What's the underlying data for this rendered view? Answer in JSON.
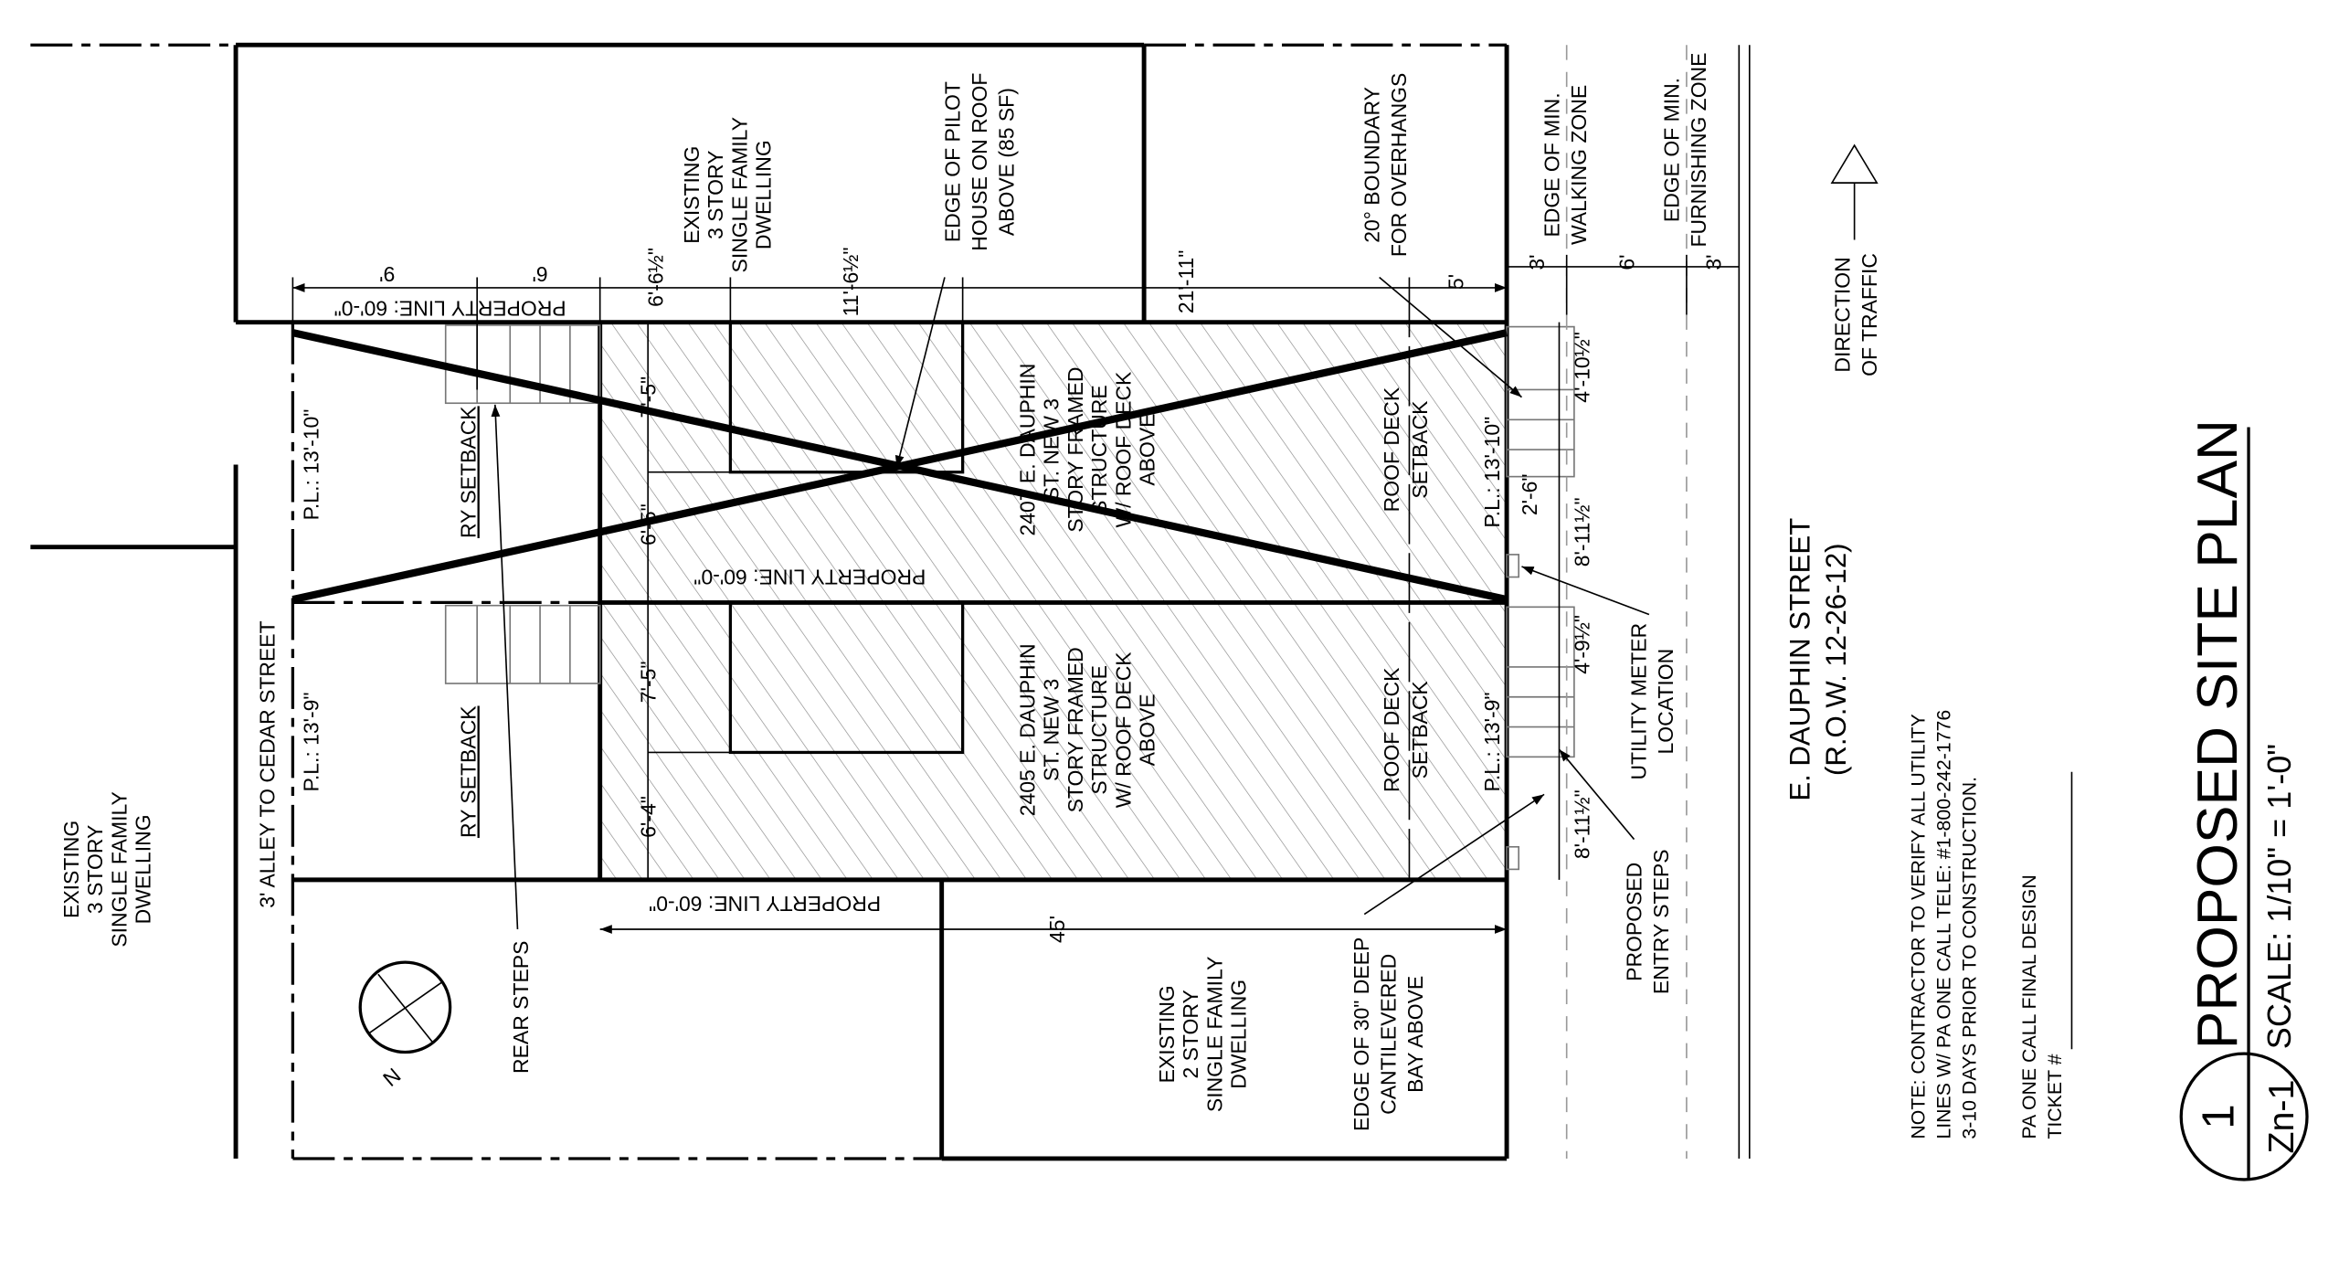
{
  "title": {
    "number": "1",
    "sheet": "Zn-1",
    "name": "PROPOSED SITE PLAN",
    "scale": "SCALE: 1/10\" = 1'-0\""
  },
  "street": {
    "name": "E. DAUPHIN STREET",
    "row": "(R.O.W. 12-26-12)"
  },
  "traffic": [
    "DIRECTION",
    "OF TRAFFIC"
  ],
  "note": [
    "NOTE:   CONTRACTOR TO VERIFY ALL UTILITY",
    "LINES W/ PA ONE CALL TELE: #1-800-242-1776",
    "3-10 DAYS PRIOR TO CONSTRUCTION."
  ],
  "ticket": [
    "PA ONE CALL FINAL DESIGN",
    "TICKET #"
  ],
  "labels": {
    "existing_top": [
      "EXISTING",
      "3 STORY",
      "SINGLE FAMILY",
      "DWELLING"
    ],
    "existing_left": [
      "EXISTING",
      "3 STORY",
      "SINGLE FAMILY",
      "DWELLING"
    ],
    "existing_bottom": [
      "EXISTING",
      "2 STORY",
      "SINGLE FAMILY",
      "DWELLING"
    ],
    "pilot_house": [
      "EDGE OF PILOT",
      "HOUSE ON ROOF",
      "ABOVE (85 SF)"
    ],
    "boundary": [
      "20° BOUNDARY",
      "FOR OVERHANGS"
    ],
    "walking_zone": [
      "EDGE OF MIN.",
      "WALKING ZONE"
    ],
    "furnishing_zone": [
      "EDGE OF MIN.",
      "FURNISHING ZONE"
    ],
    "unit_2407": [
      "2407 E. DAUPHIN",
      "ST. NEW 3",
      "STORY FRAMED",
      "STRUCTURE",
      "W/ ROOF DECK",
      "ABOVE"
    ],
    "unit_2405": [
      "2405 E. DAUPHIN",
      "ST. NEW 3",
      "STORY FRAMED",
      "STRUCTURE",
      "W/ ROOF DECK",
      "ABOVE"
    ],
    "alley": "3' ALLEY TO CEDAR STREET",
    "rear_steps": "REAR STEPS",
    "cantilever": [
      "EDGE OF 30\" DEEP",
      "CANTILEVERED",
      "BAY ABOVE"
    ],
    "entry_steps": [
      "PROPOSED",
      "ENTRY STEPS"
    ],
    "utility_meter": [
      "UTILITY METER",
      "LOCATION"
    ],
    "ry_setback": "RY SETBACK",
    "roof_deck": "ROOF DECK",
    "setback": "SETBACK",
    "property_line": "PROPERTY LINE: 60'-0\"",
    "north": "N"
  },
  "dims": {
    "d9": "9'",
    "d6": "6'",
    "d6_6h": "6'-6½\"",
    "d11_6h": "11'-6½\"",
    "d21_11": "21'-11\"",
    "d5": "5'",
    "sw3a": "3'",
    "sw6": "6'",
    "sw3b": "3'",
    "l7_5a": "7'-5\"",
    "l6_5": "6'-5\"",
    "l7_5b": "7'-5\"",
    "l6_4": "6'-4\"",
    "r4_10h": "4'-10½\"",
    "r2_6": "2'-6\"",
    "r8_11ha": "8'-11½\"",
    "r4_9h": "4'-9½\"",
    "r8_11hb": "8'-11½\"",
    "pl_13_10": "P.L.: 13'-10\"",
    "pl_13_9": "P.L.: 13'-9\"",
    "d45": "45'"
  }
}
